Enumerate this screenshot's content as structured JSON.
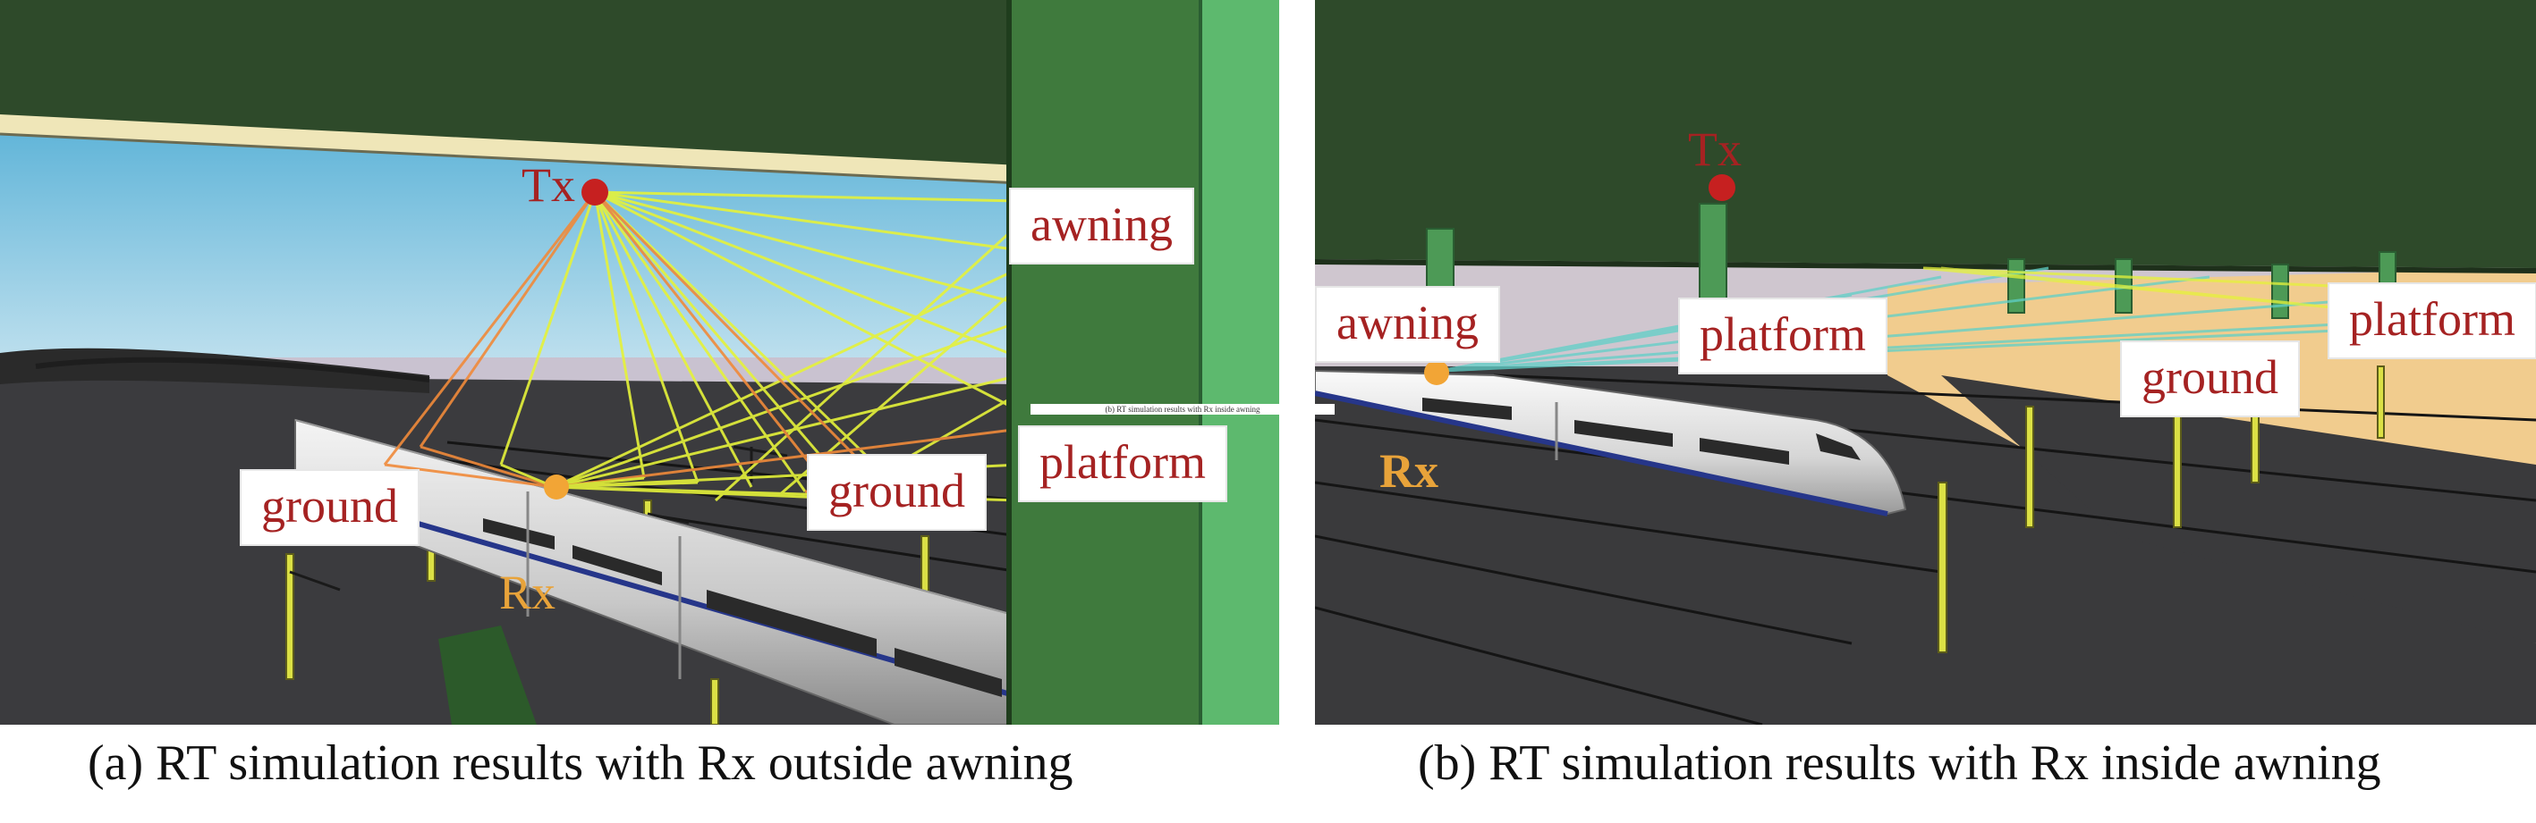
{
  "figure": {
    "panel_a": {
      "caption": "(a) RT simulation results with Rx outside awning",
      "tx_label": "Tx",
      "rx_label": "Rx",
      "labels": {
        "awning": "awning",
        "platform": "platform",
        "ground_left": "ground",
        "ground_right": "ground"
      }
    },
    "panel_b": {
      "caption": "(b) RT simulation results with Rx inside awning",
      "tx_label": "Tx",
      "rx_label": "Rx",
      "labels": {
        "awning": "awning",
        "platform_left": "platform",
        "platform_right": "platform",
        "ground": "ground"
      }
    },
    "overlay_caption": "(b) RT simulation results with Rx inside awning"
  },
  "colors": {
    "tx_marker": "#c62020",
    "rx_marker": "#f2a536",
    "label_text": "#a52222",
    "rx_text": "#e8a33a",
    "awning": "#2e4a2a",
    "pillar": "#4d7d47",
    "pillar_light": "#5db96e",
    "ground": "#3a3a3c",
    "sky": "#7cc1dc",
    "ray_yellow": "#e5f23a",
    "ray_orange": "#f08a3a",
    "ray_cyan": "#5fd0c8",
    "platform_tan": "#f1cc8e"
  }
}
